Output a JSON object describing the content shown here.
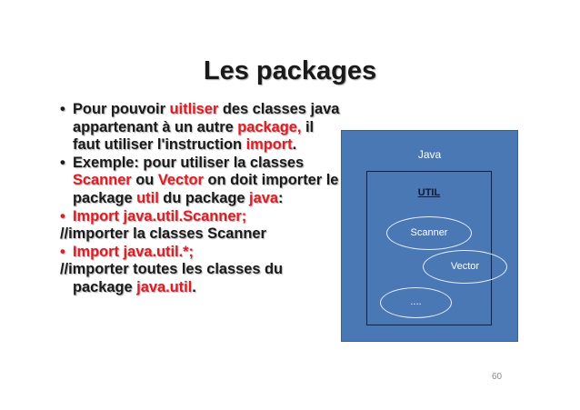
{
  "title": "Les packages",
  "bullets": {
    "b1": {
      "dot": "•",
      "t1": "Pour pouvoir ",
      "t2": "uitliser",
      "t3": " des classes java appartenant à un autre ",
      "t4": "package,",
      "t5": " il faut utiliser l'instruction ",
      "t6": "import",
      "t7": "."
    },
    "b2": {
      "dot": "•",
      "t1": "Exemple: pour utiliser la classes ",
      "t2": "Scanner",
      "t3": " ou ",
      "t4": "Vector",
      "t5": " on doit importer le package ",
      "t6": "util",
      "t7": " du package ",
      "t8": "java",
      "t9": ":"
    },
    "b3": {
      "dot": "•",
      "text": "Import java.util.Scanner;"
    },
    "c1": {
      "text": "//importer la classes Scanner"
    },
    "b4": {
      "dot": "•",
      "text": "Import java.util.*;"
    },
    "c2": {
      "t1": "//importer toutes les classes du",
      "t2": "package ",
      "t3": "java.util",
      "t4": "."
    }
  },
  "diagram": {
    "java_label": "Java",
    "util_label": "UTIL",
    "scanner_label": "Scanner",
    "vector_label": "Vector",
    "dots_label": "...."
  },
  "page_number": "60",
  "colors": {
    "accent_red": "#e31b23",
    "diagram_blue": "#4a78b5"
  }
}
